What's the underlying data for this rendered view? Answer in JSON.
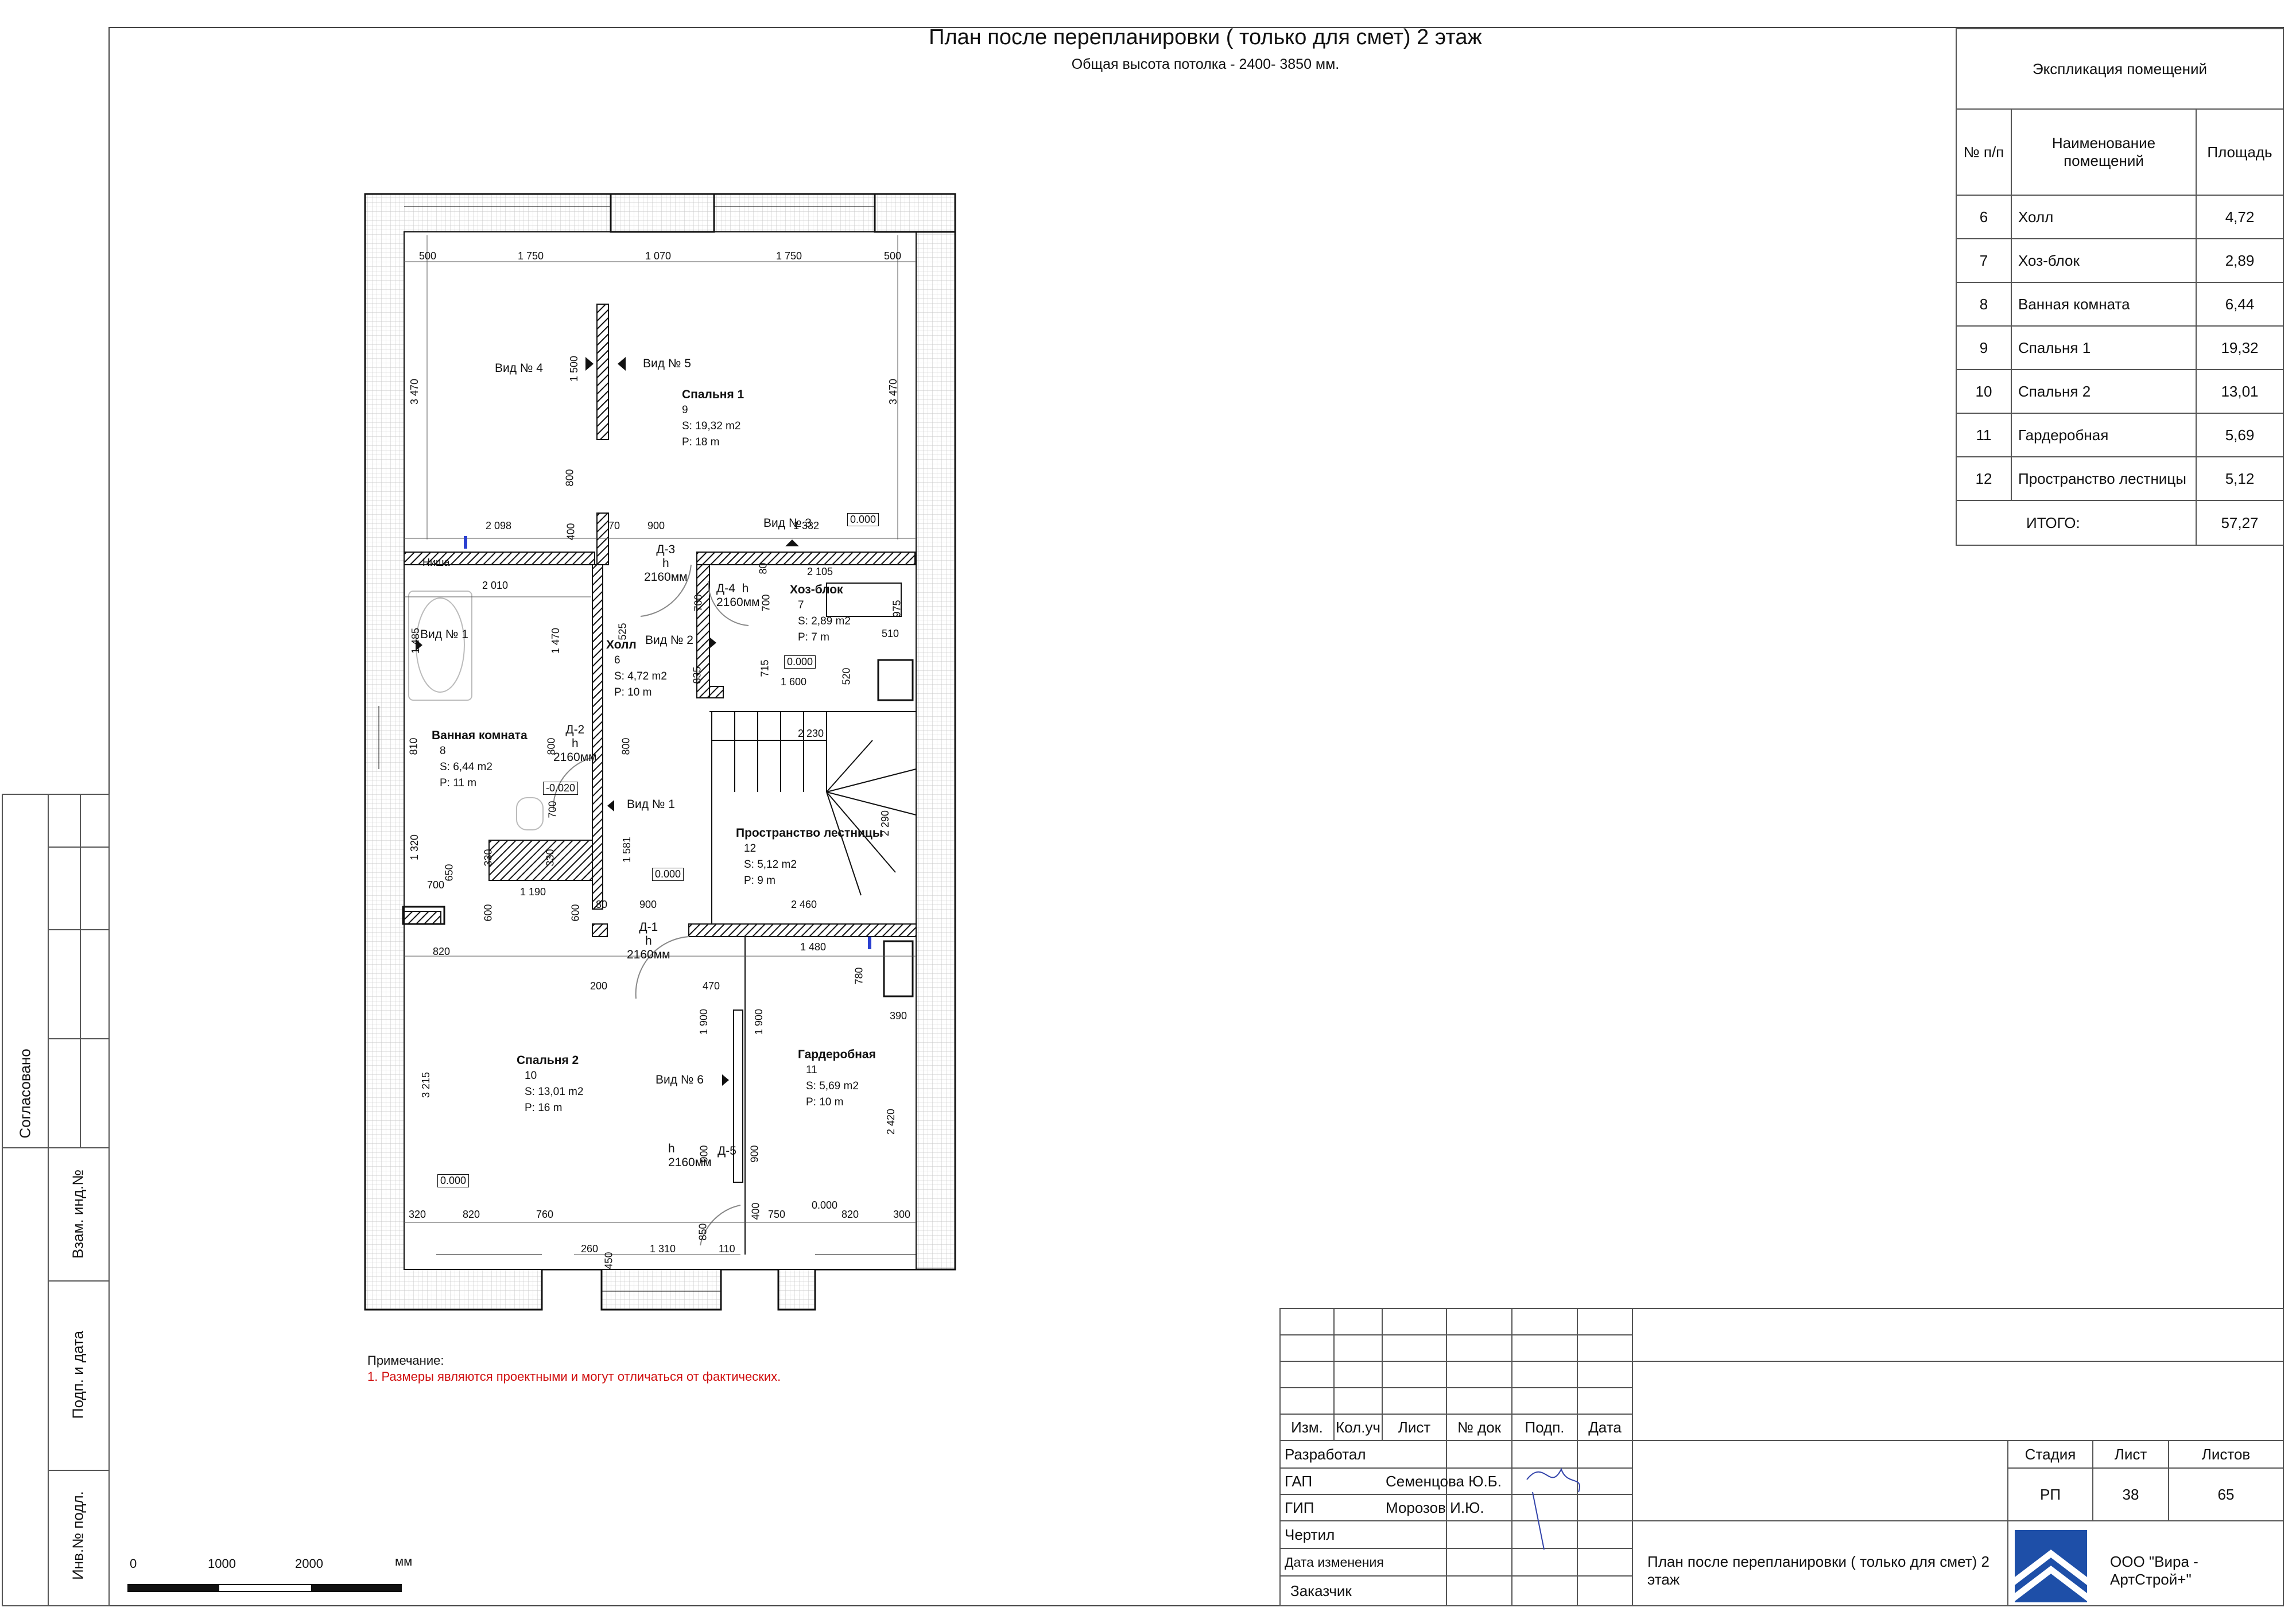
{
  "header": {
    "title": "План после перепланировки ( только для смет) 2 этаж",
    "subtitle": "Общая высота потолка - 2400- 3850 мм."
  },
  "rooms": [
    {
      "name": "Спальня 1",
      "num": "9",
      "area": "S: 19,32 m2",
      "perim": "P: 18 m"
    },
    {
      "name": "Хоз-блок",
      "num": "7",
      "area": "S: 2,89 m2",
      "perim": "P: 7 m"
    },
    {
      "name": "Холл",
      "num": "6",
      "area": "S: 4,72 m2",
      "perim": "P: 10 m"
    },
    {
      "name": "Ванная комната",
      "num": "8",
      "area": "S: 6,44 m2",
      "perim": "P: 11 m"
    },
    {
      "name": "Пространство лестницы",
      "num": "12",
      "area": "S: 5,12 m2",
      "perim": "P: 9 m"
    },
    {
      "name": "Спальня 2",
      "num": "10",
      "area": "S: 13,01 m2",
      "perim": "P: 16 m"
    },
    {
      "name": "Гардеробная",
      "num": "11",
      "area": "S: 5,69 m2",
      "perim": "P: 10 m"
    }
  ],
  "views": [
    "Вид № 4",
    "Вид № 5",
    "Вид № 3",
    "Вид № 1",
    "Вид № 2",
    "Вид № 1",
    "Вид № 6"
  ],
  "doors": [
    {
      "name": "Д-3",
      "h": "h",
      "val": "2160мм"
    },
    {
      "name": "Д-4",
      "h": "h",
      "val": "2160мм"
    },
    {
      "name": "Д-2",
      "h": "h",
      "val": "2160мм"
    },
    {
      "name": "Д-1",
      "h": "h",
      "val": "2160мм"
    },
    {
      "name": "Д-5",
      "h": "h",
      "val": "2160мм"
    }
  ],
  "levels": [
    "0.000",
    "0.000",
    "-0.020",
    "0.000",
    "0.000",
    "0.000"
  ],
  "niche": "Ниша",
  "dims": {
    "top": [
      "500",
      "1 750",
      "1 070",
      "1 750",
      "500"
    ],
    "bedroom1_left": "3 470",
    "bedroom1_right": "3 470",
    "partition": "1 500",
    "partition_gap": "800",
    "row2": [
      "2 098",
      "400",
      "70",
      "900",
      "1 332",
      "2 105",
      "2 010"
    ],
    "mid": [
      "1 485",
      "1 470",
      "525",
      "835",
      "700",
      "80",
      "700",
      "975",
      "510",
      "715",
      "1 600",
      "520",
      "2 230",
      "810",
      "800",
      "800",
      "700",
      "1 581",
      "2 290",
      "330",
      "330",
      "1 320",
      "650",
      "700",
      "1 190",
      "600",
      "600",
      "80",
      "900",
      "2 460",
      "1 480",
      "780",
      "390",
      "820",
      "200",
      "470",
      "1 900",
      "1 900",
      "3 215",
      "2 420",
      "900",
      "900",
      "400",
      "850",
      "110",
      "260",
      "450",
      "1 310",
      "320",
      "820",
      "760",
      "750",
      "820",
      "300"
    ]
  },
  "note": {
    "heading": "Примечание:",
    "text": "1. Размеры являются проектными и могут отличаться от фактических."
  },
  "scale": {
    "labels": [
      "0",
      "1000",
      "2000"
    ],
    "unit": "мм"
  },
  "explication": {
    "title": "Экспликация помещений",
    "headers": [
      "№ п/п",
      "Наименование помещений",
      "Площадь"
    ],
    "rows": [
      {
        "n": "6",
        "name": "Холл",
        "area": "4,72"
      },
      {
        "n": "7",
        "name": "Хоз-блок",
        "area": "2,89"
      },
      {
        "n": "8",
        "name": "Ванная комната",
        "area": "6,44"
      },
      {
        "n": "9",
        "name": "Спальня 1",
        "area": "19,32"
      },
      {
        "n": "10",
        "name": "Спальня 2",
        "area": "13,01"
      },
      {
        "n": "11",
        "name": "Гардеробная",
        "area": "5,69"
      },
      {
        "n": "12",
        "name": "Пространство лестницы",
        "area": "5,12"
      }
    ],
    "total_label": "ИТОГО:",
    "total": "57,27"
  },
  "side_stamps": [
    "Согласовано",
    "Взам. инд.№",
    "Подп. и дата",
    "Инв.№ подл."
  ],
  "stamp": {
    "cols": [
      "Изм.",
      "Кол.уч",
      "Лист",
      "№ док",
      "Подп.",
      "Дата"
    ],
    "roles": [
      "Разработал",
      "ГАП",
      "ГИП",
      "Чертил",
      "Дата изменения",
      "Заказчик"
    ],
    "names": [
      "",
      "Семенцова Ю.Б.",
      "Морозов И.Ю.",
      "",
      "",
      ""
    ],
    "stage_headers": [
      "Стадия",
      "Лист",
      "Листов"
    ],
    "stage_values": [
      "РП",
      "38",
      "65"
    ],
    "doc_title": "План после перепланировки ( только для смет) 2 этаж",
    "company": "ООО \"Вира - АртСтрой+\""
  }
}
